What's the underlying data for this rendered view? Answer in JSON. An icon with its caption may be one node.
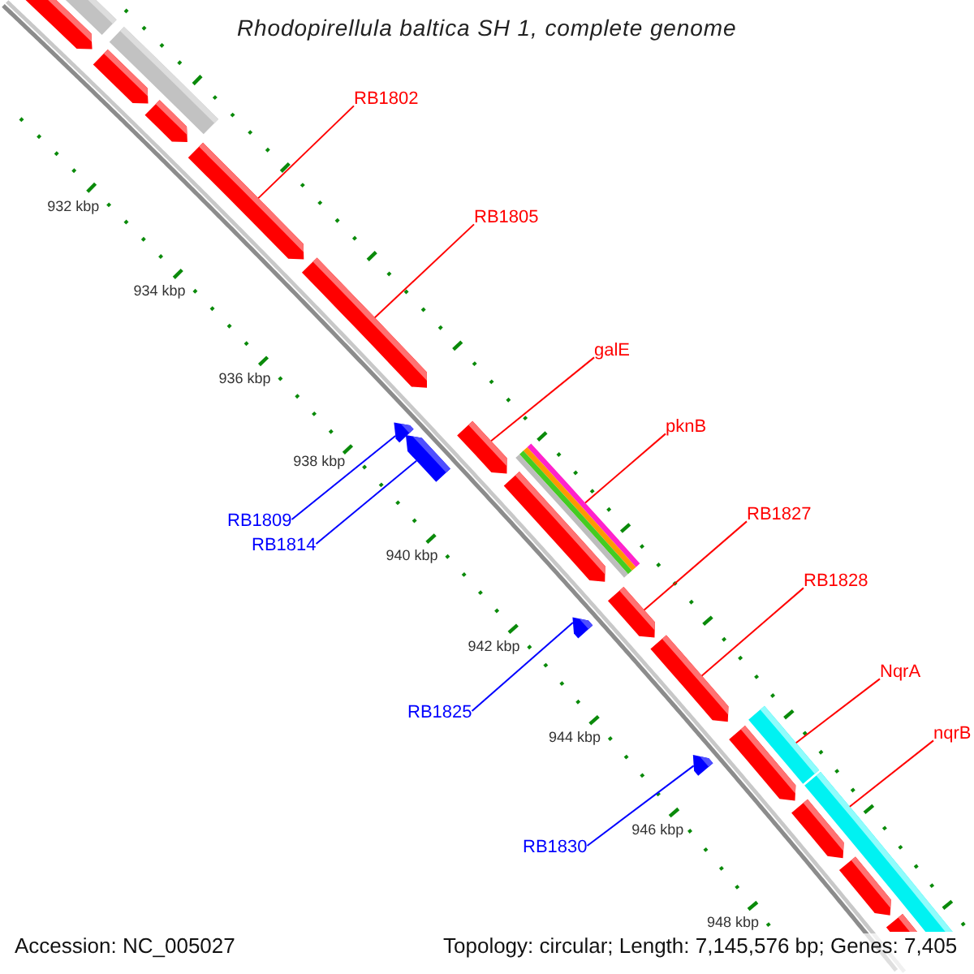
{
  "diagram": {
    "title": "Rhodopirellula baltica SH 1, complete genome",
    "nodes": [
      {
        "text": [
          "RB1802"
        ]
      },
      {
        "text": [
          "RB1805"
        ]
      },
      {
        "text": [
          "galE"
        ]
      },
      {
        "text": [
          "pknB"
        ]
      },
      {
        "text": [
          "RB1827"
        ]
      },
      {
        "text": [
          "RB1809"
        ]
      },
      {
        "text": [
          "RB1814"
        ]
      },
      {
        "text": [
          "RB1828"
        ]
      },
      {
        "text": [
          "NqrA"
        ]
      },
      {
        "text": [
          "RB1825"
        ]
      },
      {
        "text": [
          "nqrB"
        ]
      },
      {
        "text": [
          "RB1830"
        ]
      },
      {
        "text": [],
        "shape": "arrow"
      },
      {
        "text": [],
        "shape": "bar"
      },
      {
        "text": [],
        "shape": "bar"
      },
      {
        "text": [],
        "shape": "arrow"
      },
      {
        "text": [],
        "shape": "arrow"
      },
      {
        "text": [],
        "shape": "arrow"
      },
      {
        "text": [],
        "shape": "arrow"
      },
      {
        "text": [],
        "shape": "arrow"
      },
      {
        "text": [],
        "shape": "arrow"
      },
      {
        "text": [],
        "shape": "arrow"
      },
      {
        "text": [],
        "shape": "bar"
      },
      {
        "text": [],
        "shape": "arrow"
      },
      {
        "text": [],
        "shape": "arrow"
      },
      {
        "text": [],
        "shape": "arrow"
      },
      {
        "text": [],
        "shape": "arrow"
      },
      {
        "text": [],
        "shape": "bar"
      },
      {
        "text": [],
        "shape": "arrow"
      },
      {
        "text": [],
        "shape": "arrow"
      },
      {
        "text": [],
        "shape": "bar"
      },
      {
        "text": [],
        "shape": "arrow"
      },
      {
        "text": [],
        "shape": "arrow"
      },
      {
        "text": [],
        "shape": "arrow"
      }
    ],
    "edges": [
      {
        "from": 0,
        "to": 17,
        "arrow": "none"
      },
      {
        "from": 1,
        "to": 18,
        "arrow": "none"
      },
      {
        "from": 2,
        "to": 20,
        "arrow": "none"
      },
      {
        "from": 3,
        "to": 22,
        "arrow": "none"
      },
      {
        "from": 4,
        "to": 24,
        "arrow": "none"
      },
      {
        "from": 5,
        "to": 19,
        "arrow": "none",
        "color": "#0000ff"
      },
      {
        "from": 6,
        "to": 21,
        "arrow": "none",
        "color": "#0000ff"
      },
      {
        "from": 7,
        "to": 26,
        "arrow": "none"
      },
      {
        "from": 8,
        "to": 27,
        "arrow": "none"
      },
      {
        "from": 9,
        "to": 25,
        "arrow": "none",
        "color": "#0000ff"
      },
      {
        "from": 10,
        "to": 30,
        "arrow": "none"
      },
      {
        "from": 11,
        "to": 29,
        "arrow": "none",
        "color": "#0000ff"
      }
    ],
    "labels": [
      "932 kbp",
      "934 kbp",
      "936 kbp",
      "938 kbp",
      "940 kbp",
      "942 kbp",
      "944 kbp",
      "946 kbp",
      "948 kbp",
      "Accession: NC_005027",
      "Topology: circular; Length: 7,145,576 bp; Genes: 7,405"
    ]
  }
}
